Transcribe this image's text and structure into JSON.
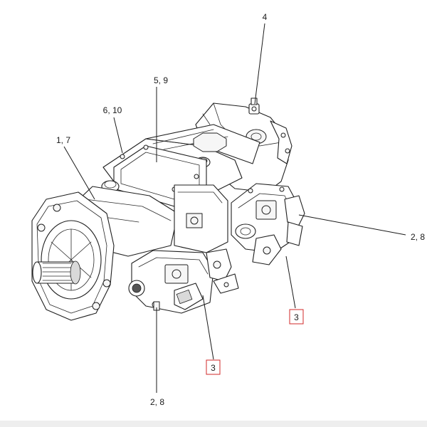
{
  "callouts": [
    {
      "id": "c4",
      "label": "4"
    },
    {
      "id": "c59",
      "label": "5, 9"
    },
    {
      "id": "c610",
      "label": "6, 10"
    },
    {
      "id": "c17",
      "label": "1, 7"
    },
    {
      "id": "c28r",
      "label": "2, 8"
    },
    {
      "id": "c3r",
      "label": "3",
      "highlighted": true
    },
    {
      "id": "c3b",
      "label": "3",
      "highlighted": true
    },
    {
      "id": "c28b",
      "label": "2, 8"
    }
  ],
  "colors": {
    "highlight_box": "#d22a2a",
    "ink": "#1f1f1f"
  }
}
